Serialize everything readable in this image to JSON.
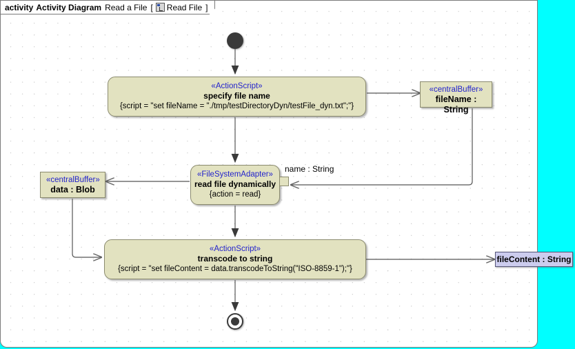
{
  "frame": {
    "keyword": "activity",
    "diagram_type": "Activity Diagram",
    "diagram_name": "Read a File",
    "bracket_open": "[",
    "icon": "activity-diagram-icon",
    "element_name": "Read File",
    "bracket_close": "]"
  },
  "colors": {
    "canvas": "#00ffff",
    "frame_bg": "#ffffff",
    "node_fill": "#e2e2c0",
    "node_border": "#8a8a6e",
    "stereotype_text": "#2222cc",
    "pin_fill": "#ccccee",
    "edge": "#555555"
  },
  "nodes": {
    "start": {
      "name": "initial-node"
    },
    "specify_file_name": {
      "stereotype": "«ActionScript»",
      "name": "specify file name",
      "tagged_value": "{script = \"set fileName = \"./tmp/testDirectoryDyn/testFile_dyn.txt\";\"}"
    },
    "filename_buffer": {
      "stereotype": "«centralBuffer»",
      "name": "fileName : String"
    },
    "read_file": {
      "stereotype": "«FileSystemAdapter»",
      "name": "read file dynamically",
      "tagged_value": "{action = read}",
      "input_pin_label": "name : String"
    },
    "data_buffer": {
      "stereotype": "«centralBuffer»",
      "name": "data : Blob"
    },
    "transcode": {
      "stereotype": "«ActionScript»",
      "name": "transcode to string",
      "tagged_value": "{script = \"set fileContent = data.transcodeToString(\"ISO-8859-1\");\"}"
    },
    "filecontent_pin": {
      "name": "fileContent : String"
    },
    "end": {
      "name": "final-node"
    }
  }
}
